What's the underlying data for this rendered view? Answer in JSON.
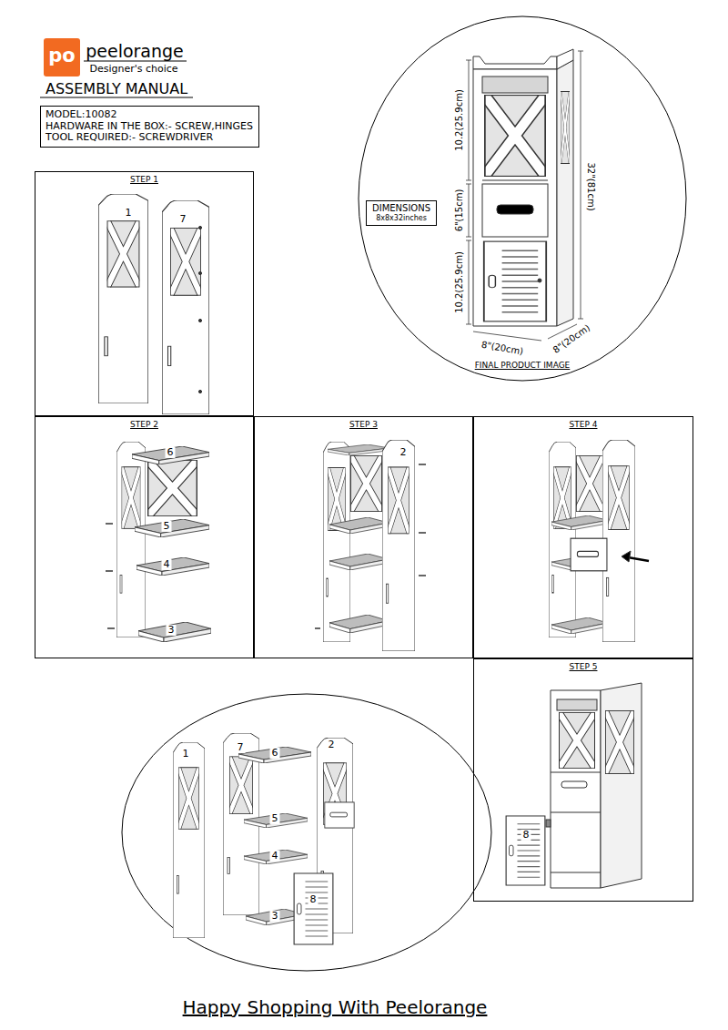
{
  "diagram": {
    "title": "ASSEMBLY MANUAL",
    "caption": "Happy Shopping With Peelorange",
    "nodes": [
      {
        "text": [
          "MODEL:10082",
          "HARDWARE IN THE BOX:- SCREW,HINGES",
          "TOOL REQUIRED:- SCREWDRIVER"
        ]
      },
      {
        "text": [
          "FINAL PRODUCT IMAGE"
        ]
      },
      {
        "text": [
          "DIMENSIONS",
          "8x8x32inches"
        ],
        "in": 1
      },
      {
        "text": [
          "STEP 1"
        ]
      },
      {
        "text": [
          "STEP 2"
        ]
      },
      {
        "text": [
          "STEP 3"
        ]
      },
      {
        "text": [
          "STEP 4"
        ]
      },
      {
        "text": [
          "STEP 5"
        ]
      }
    ],
    "labels": [
      "po",
      "peelorange",
      "Designer's choice",
      "10.2(25.9cm)",
      "6\"(15cm)",
      "10.2(25.9cm)",
      "32\"(81cm)",
      "8\"(20cm)",
      "8\"(20cm)",
      "1",
      "7",
      "6",
      "5",
      "4",
      "3",
      "2",
      "8",
      "1",
      "7",
      "6",
      "2",
      "5",
      "4",
      "8",
      "3"
    ]
  }
}
